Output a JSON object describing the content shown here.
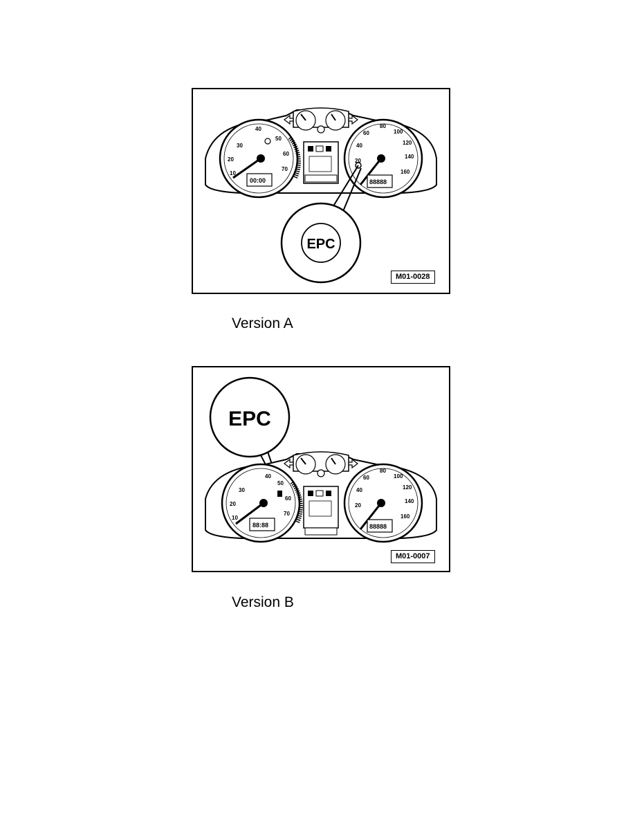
{
  "figures": [
    {
      "id": "A",
      "callout_label": "EPC",
      "figure_code": "M01-0028",
      "caption": "Version A"
    },
    {
      "id": "B",
      "callout_label": "EPC",
      "figure_code": "M01-0007",
      "caption": "Version B"
    }
  ],
  "tachometer": {
    "ticks": [
      "10",
      "20",
      "30",
      "40",
      "50",
      "60",
      "70"
    ],
    "odometer": "00:00",
    "odometer_b": "88:88"
  },
  "speedometer": {
    "ticks": [
      "20",
      "40",
      "60",
      "80",
      "100",
      "120",
      "140",
      "160"
    ],
    "odometer": "88888"
  }
}
